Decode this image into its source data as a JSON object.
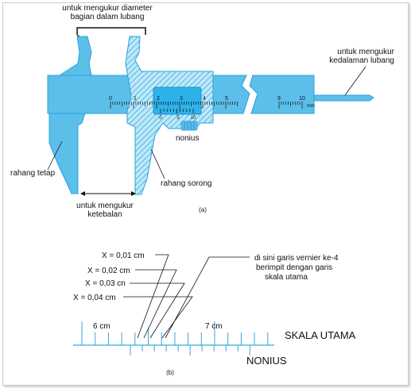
{
  "figure_a": {
    "caption": "(a)",
    "label_inner": [
      "untuk mengukur diameter",
      "bagian dalam lubang"
    ],
    "label_depth": [
      "untuk mengukur",
      "kedalaman lubang"
    ],
    "label_fixed_jaw": "rahang tetap",
    "label_sliding_jaw": "rahang sorong",
    "label_nonius": "nonius",
    "label_thickness": [
      "untuk mengukur",
      "ketebalan"
    ],
    "main_scale_ticks": [
      "0",
      "1",
      "2",
      "3",
      "4",
      "5",
      "9",
      "10"
    ],
    "unit": "mm",
    "vernier_ticks": [
      "0",
      "5",
      "10"
    ]
  },
  "figure_b": {
    "caption": "(b)",
    "x_labels": [
      "X = 0,01 cm",
      "X = 0,02 cm",
      "X = 0,03 cn",
      "X = 0,04 cm"
    ],
    "note": [
      "di sini garis vernier ke-4",
      "berimpit dengan garis",
      "skala utama"
    ],
    "scale_labels": [
      "6 cm",
      "7 cm"
    ],
    "main_scale_label": "SKALA UTAMA",
    "vernier_label": "NONIUS"
  },
  "colors": {
    "caliper_fill": "#5cbfea",
    "caliper_stroke": "#2aa0dd",
    "hatch": "#7fd0f2",
    "window": "#2db3ea",
    "scale_line": "#36a6e0",
    "leader": "#111111"
  }
}
